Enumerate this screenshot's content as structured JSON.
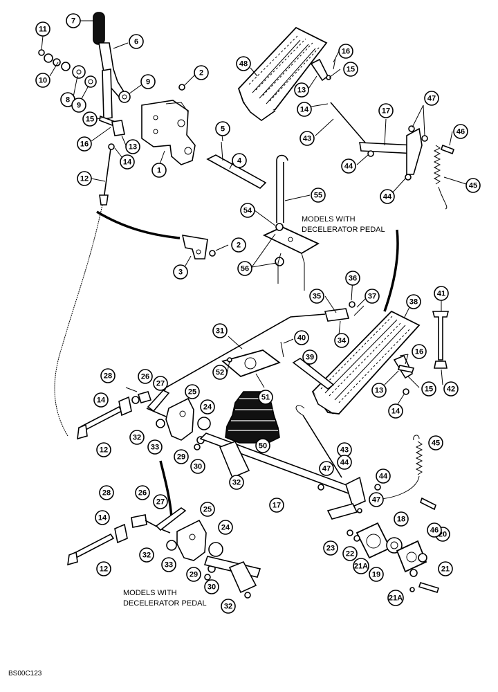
{
  "notes": {
    "top_line1": "MODELS WITH",
    "top_line2": "DECELERATOR PEDAL",
    "bottom_line1": "MODELS WITH",
    "bottom_line2": "DECELERATOR PEDAL"
  },
  "figure_code": "BS00C123",
  "callouts": [
    "7",
    "6",
    "11",
    "10",
    "8",
    "9",
    "9",
    "2",
    "15",
    "16",
    "13",
    "14",
    "1",
    "5",
    "4",
    "12",
    "48",
    "16",
    "15",
    "13",
    "14",
    "43",
    "17",
    "47",
    "46",
    "44",
    "44",
    "45",
    "55",
    "54",
    "56",
    "2",
    "3",
    "36",
    "35",
    "37",
    "38",
    "41",
    "34",
    "31",
    "40",
    "39",
    "16",
    "15",
    "42",
    "13",
    "14",
    "52",
    "51",
    "28",
    "26",
    "27",
    "25",
    "14",
    "24",
    "12",
    "32",
    "33",
    "29",
    "30",
    "50",
    "43",
    "44",
    "45",
    "47",
    "44",
    "32",
    "47",
    "17",
    "28",
    "26",
    "27",
    "25",
    "14",
    "24",
    "18",
    "20",
    "23",
    "22",
    "21A",
    "19",
    "21",
    "46",
    "12",
    "32",
    "33",
    "29",
    "30",
    "32",
    "21A"
  ]
}
